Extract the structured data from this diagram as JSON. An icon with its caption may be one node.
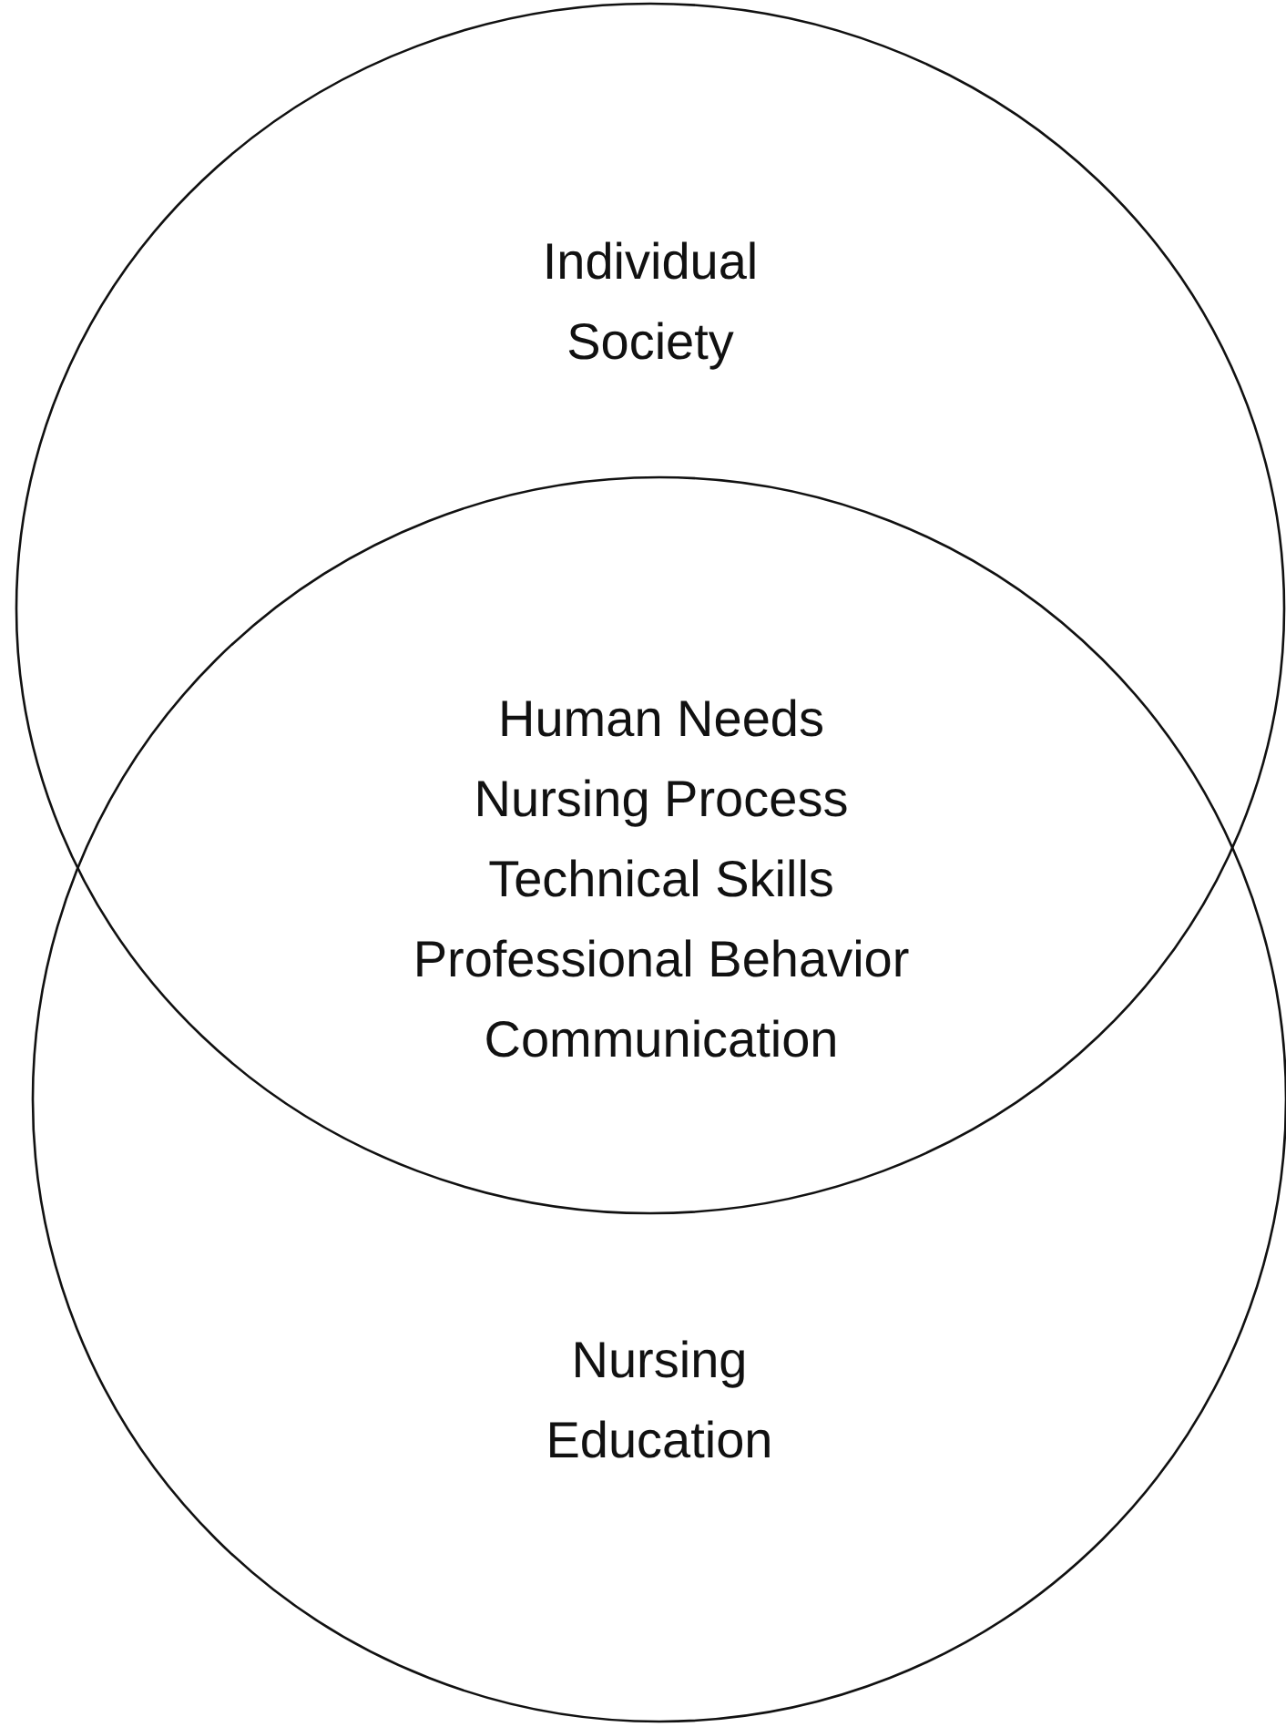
{
  "diagram": {
    "nodes": [
      {
        "text": [
          "Individual Society"
        ]
      },
      {
        "text": [
          "Nursing Education"
        ]
      }
    ],
    "labels": [
      "Human Needs",
      "Nursing Process",
      "Technical Skills",
      "Professional Behavior",
      "Communication"
    ]
  }
}
